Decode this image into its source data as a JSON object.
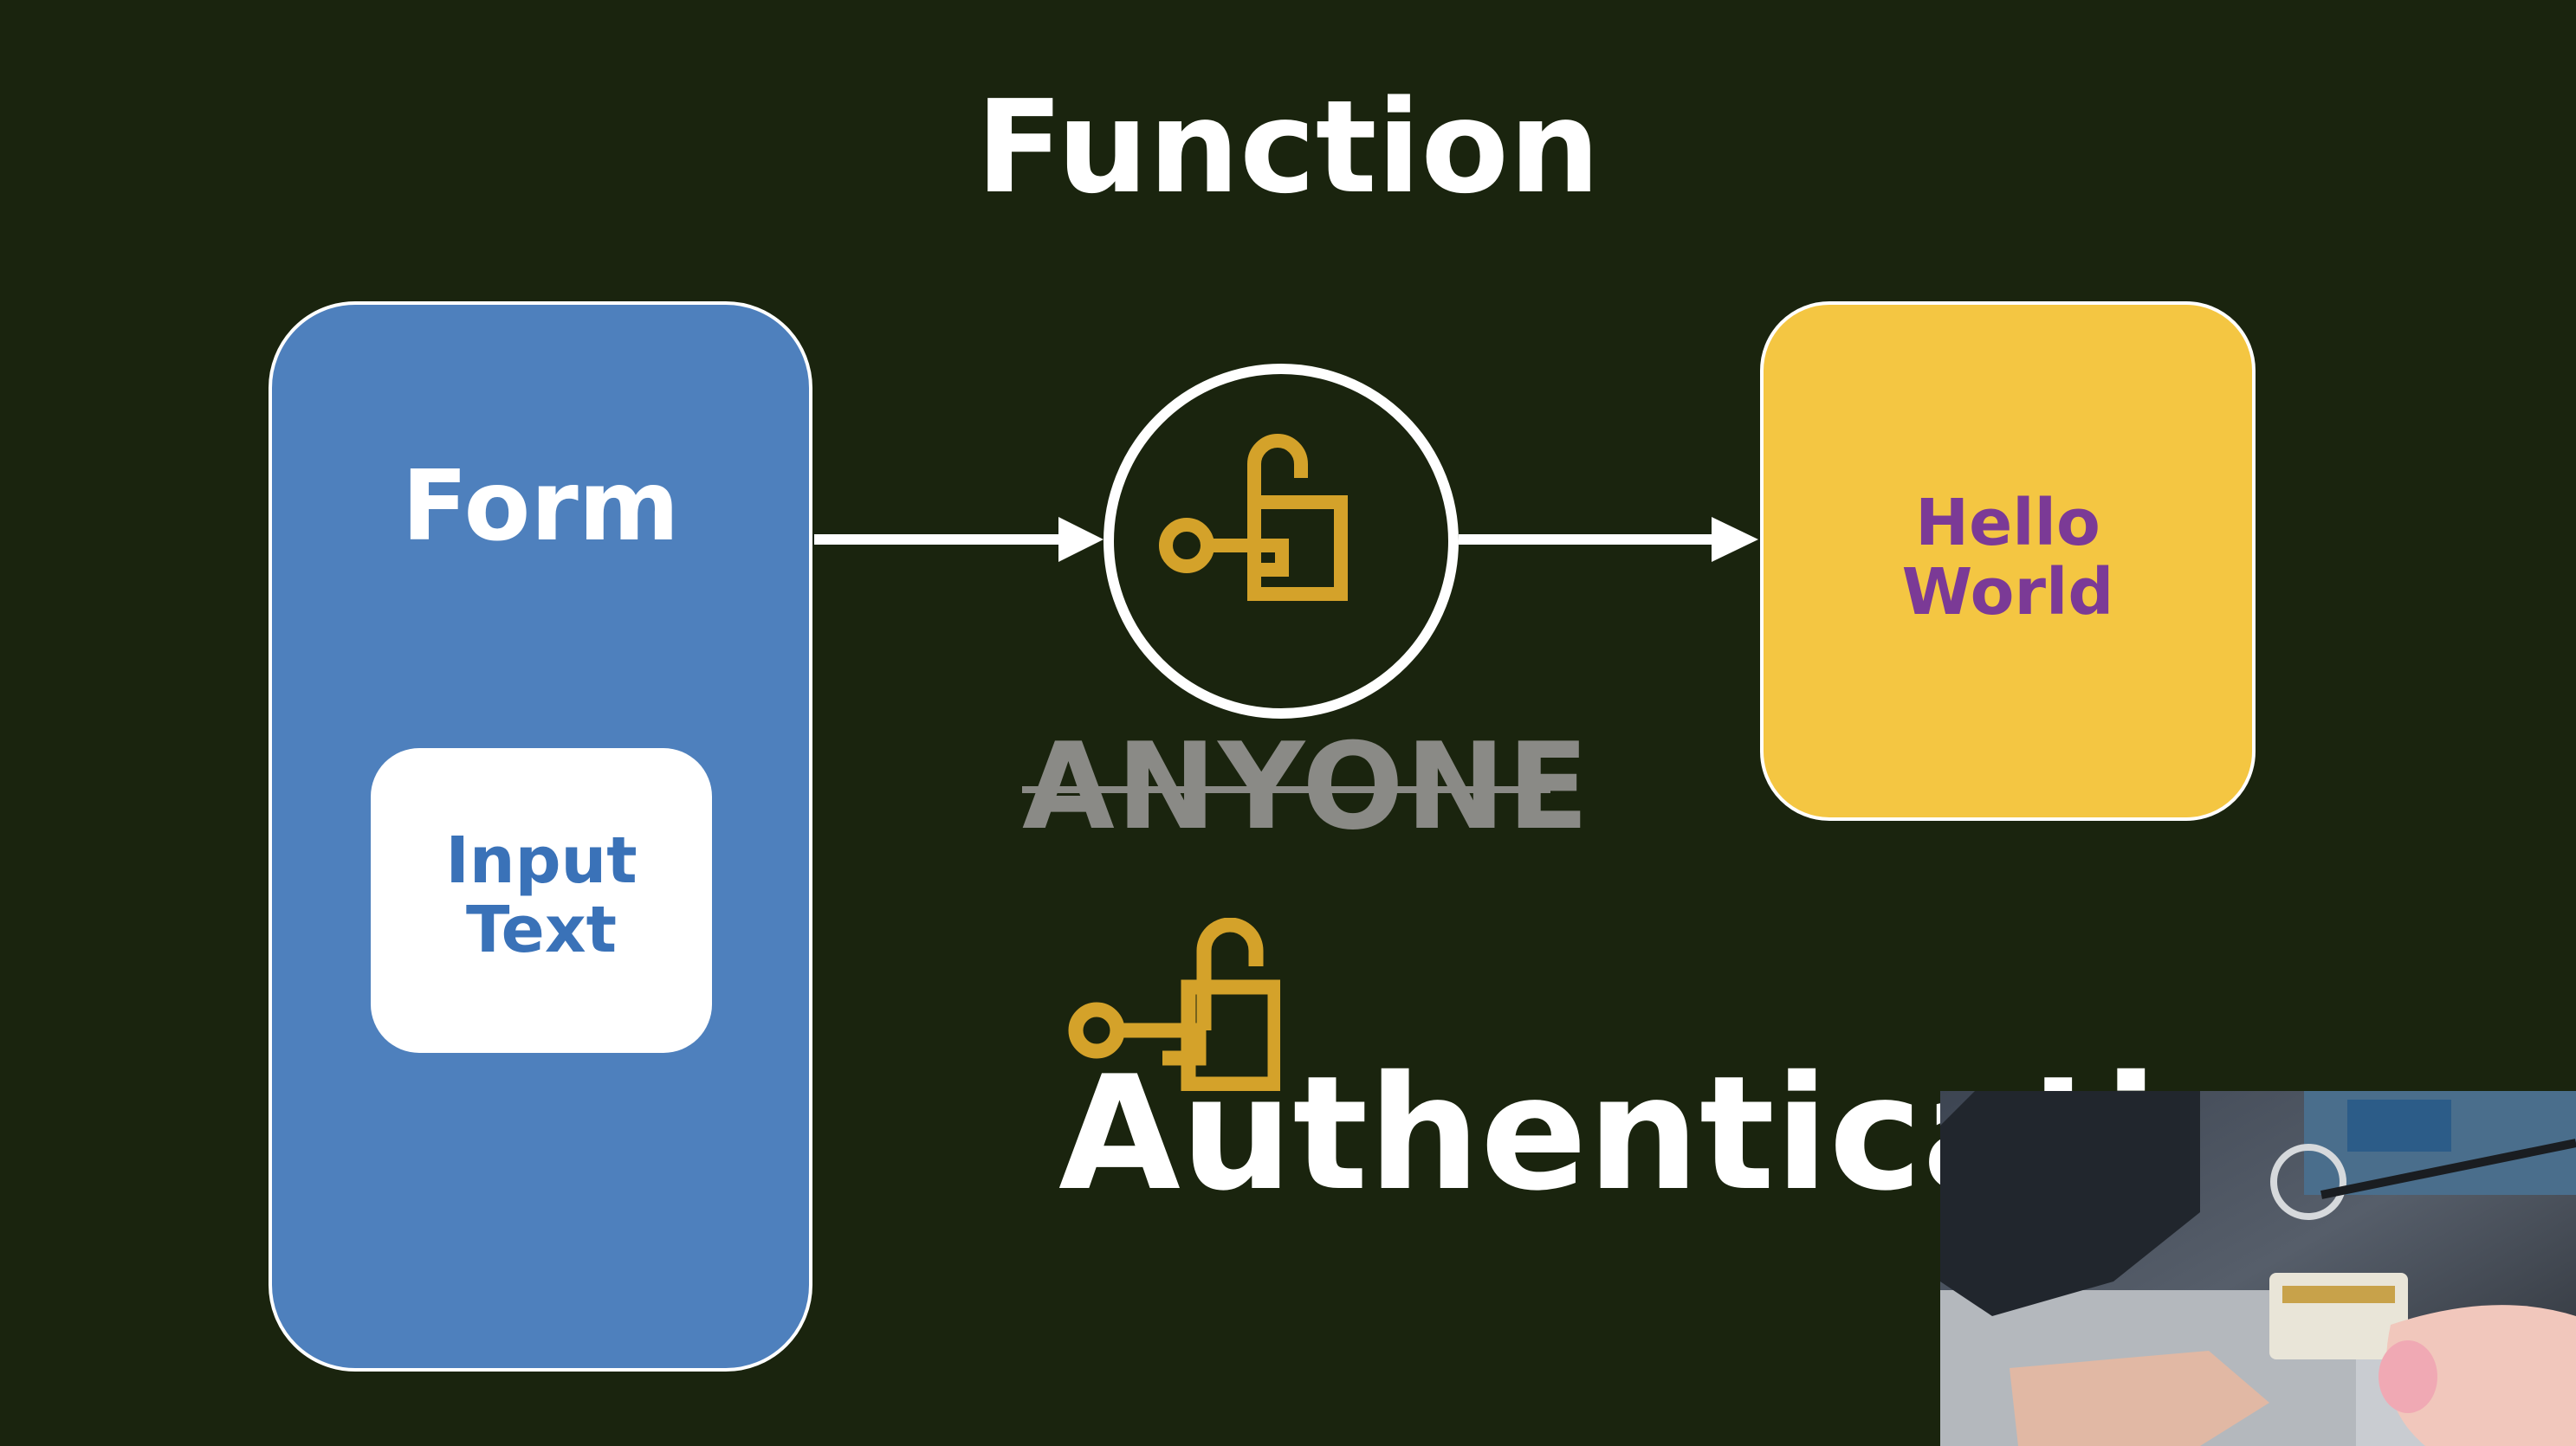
{
  "title": "Function",
  "form": {
    "label": "Form",
    "input_label_line1": "Input",
    "input_label_line2": "Text"
  },
  "output": {
    "label_line1": "Hello",
    "label_line2": "World"
  },
  "anyone_label": "ANYONE",
  "auth_label": "Authenticati",
  "colors": {
    "background": "#1a240e",
    "form_blue": "#4e80bd",
    "input_text_blue": "#3a72b8",
    "output_yellow": "#f4c642",
    "output_text_purple": "#7b3a96",
    "lock_gold": "#d4a22a",
    "anyone_gray": "#8a8a86",
    "white": "#ffffff"
  },
  "icons": [
    "lock-key-icon",
    "arrow-right-icon"
  ]
}
